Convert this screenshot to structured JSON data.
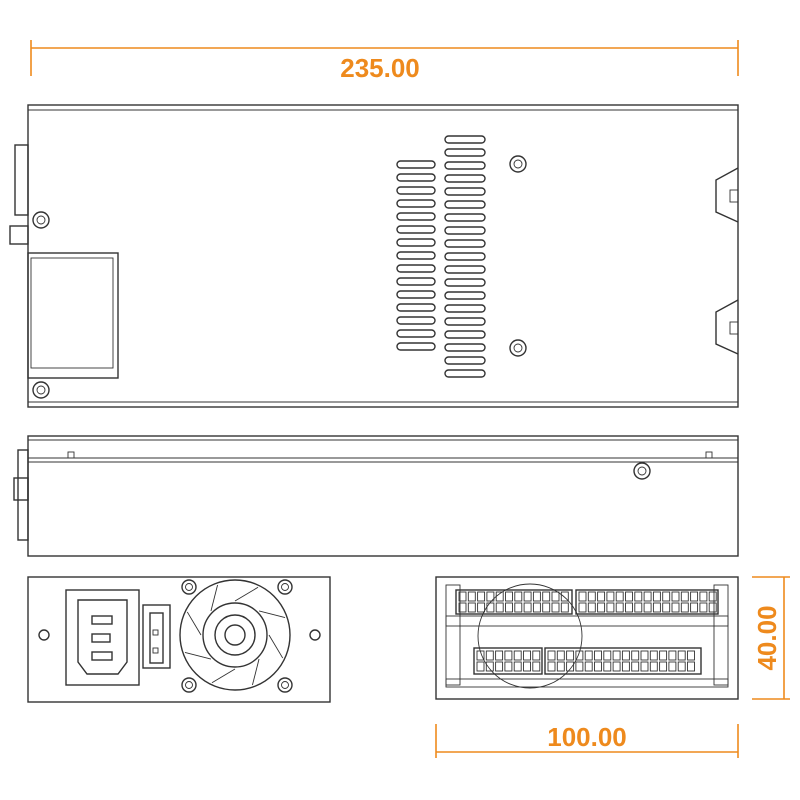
{
  "dimensions": {
    "length": "235.00",
    "width": "100.00",
    "height": "40.00"
  },
  "colors": {
    "dimension": "#ee8a1d",
    "line": "#333333",
    "background": "#ffffff"
  },
  "icons": [
    "iec-power-inlet-icon",
    "rocker-switch-icon",
    "fan-grille-icon",
    "screw-icon",
    "wire-connector-icon"
  ]
}
